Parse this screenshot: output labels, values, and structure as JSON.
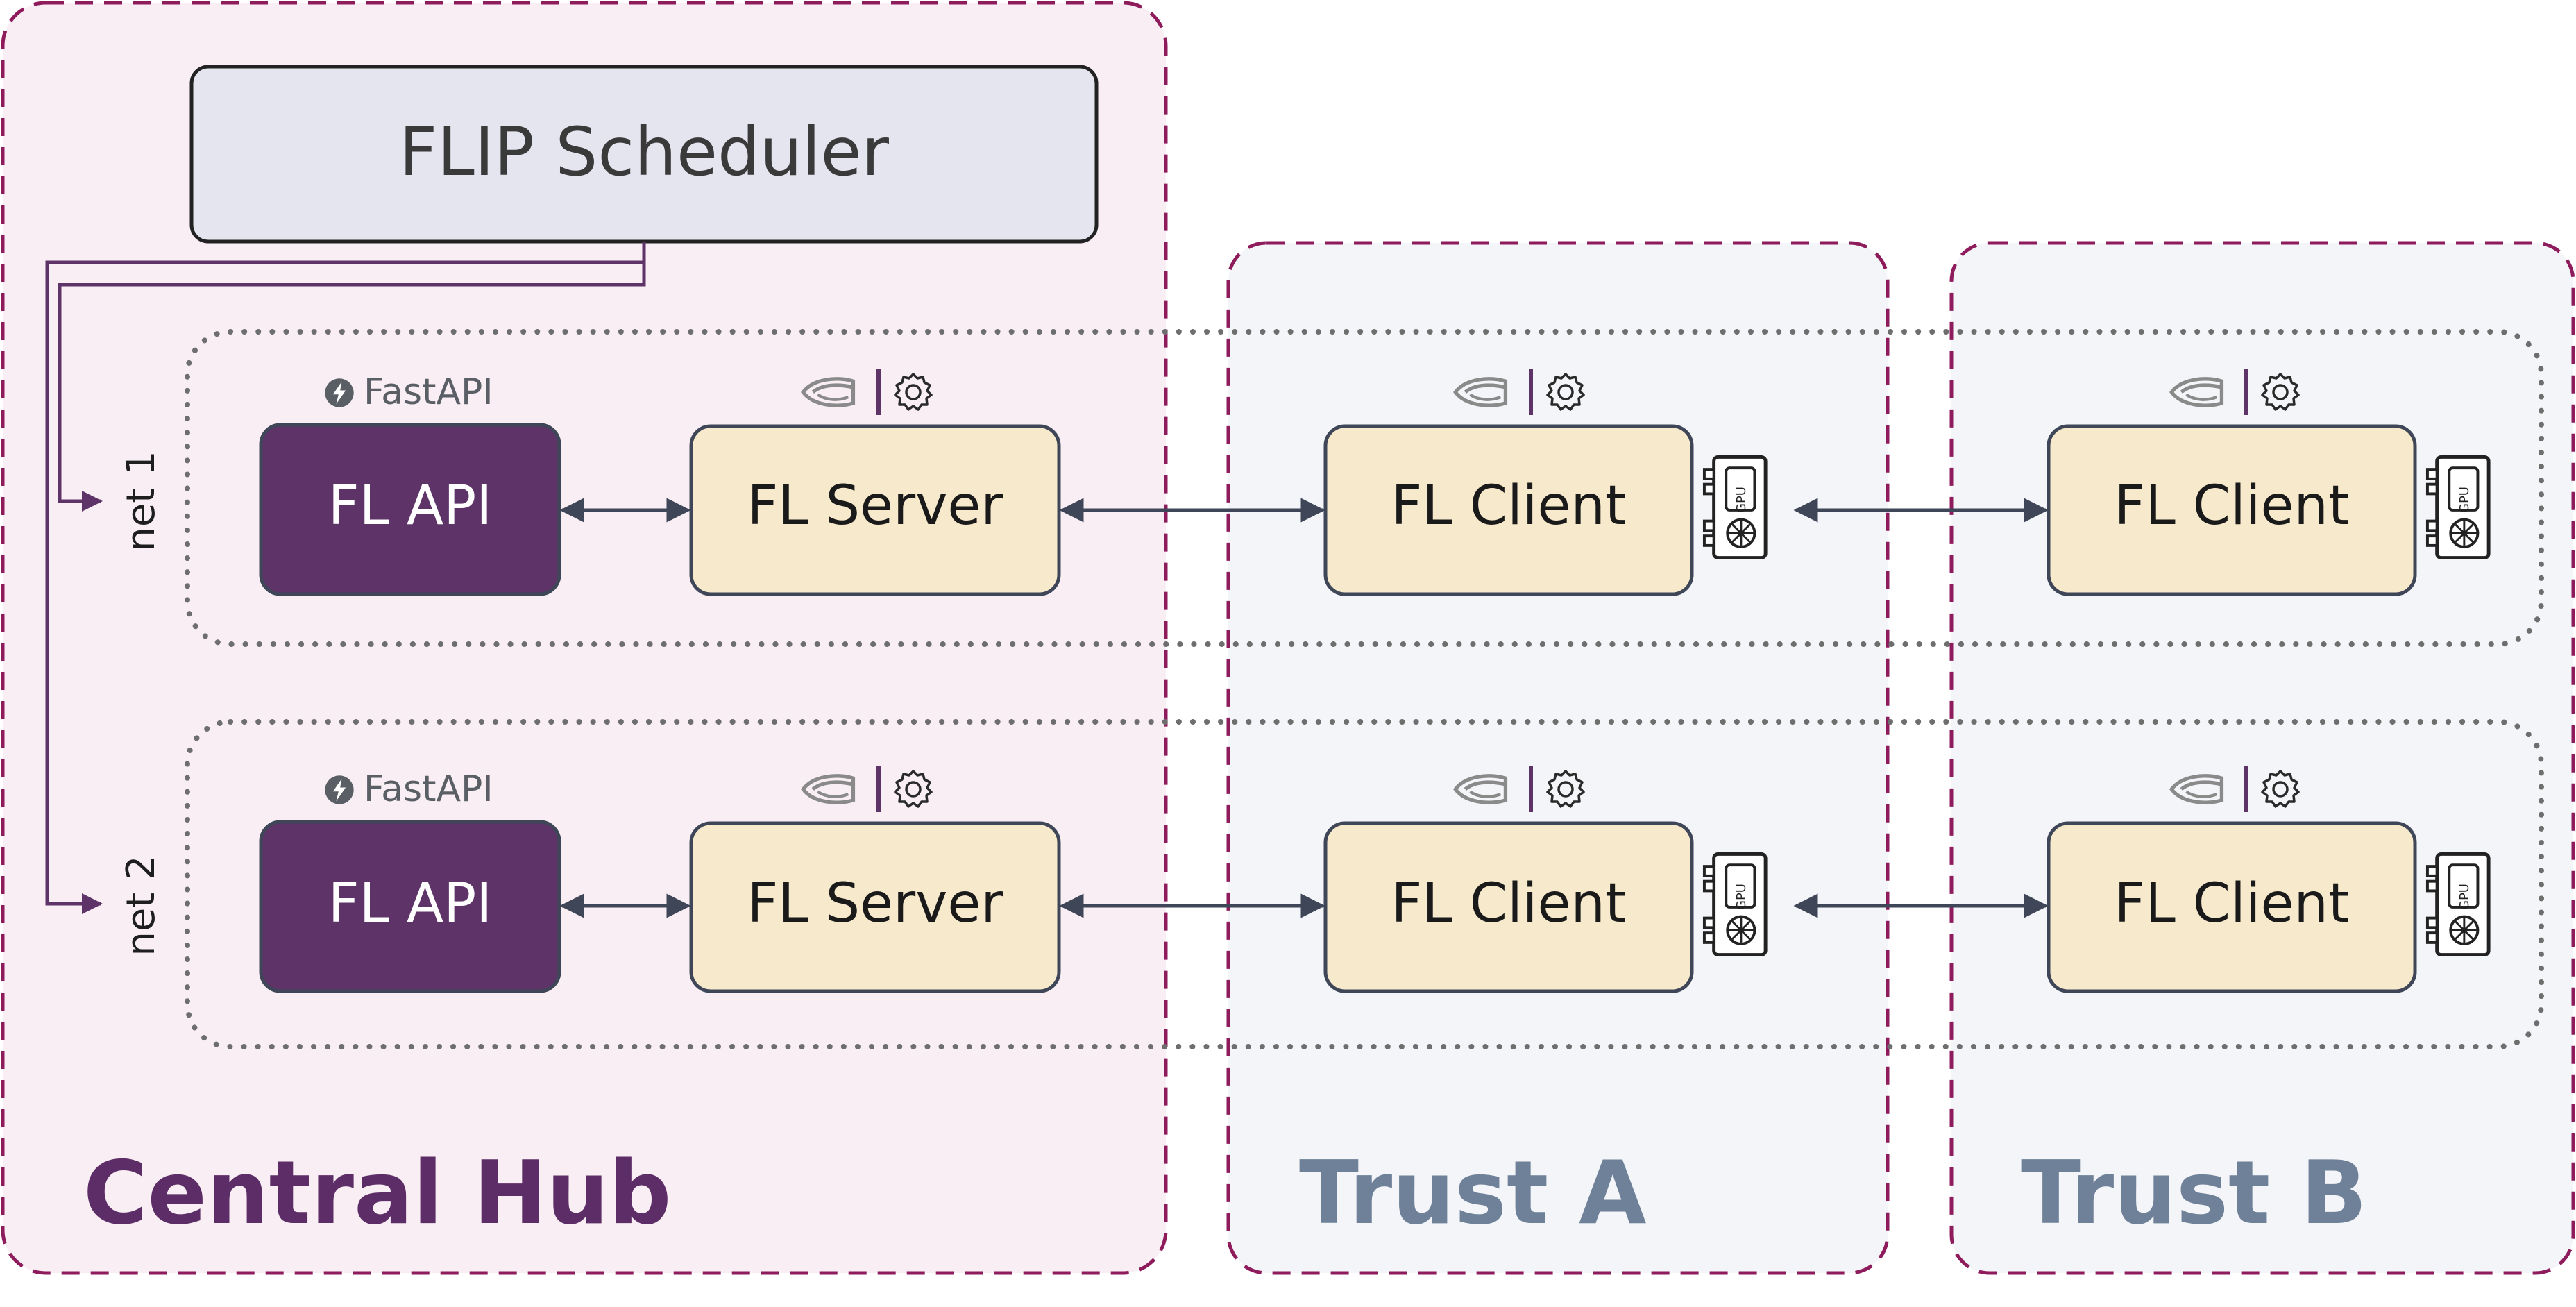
{
  "scheduler": {
    "label": "FLIP Scheduler"
  },
  "regions": {
    "central_hub": {
      "label": "Central Hub",
      "color": "#5c2d66"
    },
    "trust_a": {
      "label": "Trust A",
      "color": "#6f8198"
    },
    "trust_b": {
      "label": "Trust B",
      "color": "#6f8198"
    }
  },
  "networks": [
    {
      "label": "net 1",
      "fastapi_badge": "FastAPI",
      "api_label": "FL API",
      "server_label": "FL Server",
      "client_a_label": "FL Client",
      "client_b_label": "FL Client",
      "gpu_label": "GPU"
    },
    {
      "label": "net 2",
      "fastapi_badge": "FastAPI",
      "api_label": "FL API",
      "server_label": "FL Server",
      "client_a_label": "FL Client",
      "client_b_label": "FL Client",
      "gpu_label": "GPU"
    }
  ],
  "colors": {
    "region_border": "#8e1b5c",
    "hub_fill": "#f9eef3",
    "trust_fill": "#f3f5f8",
    "scheduler_fill": "#e4e5ee",
    "api_fill": "#5d3368",
    "node_fill": "#f7e9cc",
    "line": "#3e4658",
    "wire": "#5d3368"
  },
  "icons": [
    "fastapi-logo-icon",
    "nvidia-logo-icon",
    "flower-logo-icon",
    "gpu-card-icon"
  ]
}
